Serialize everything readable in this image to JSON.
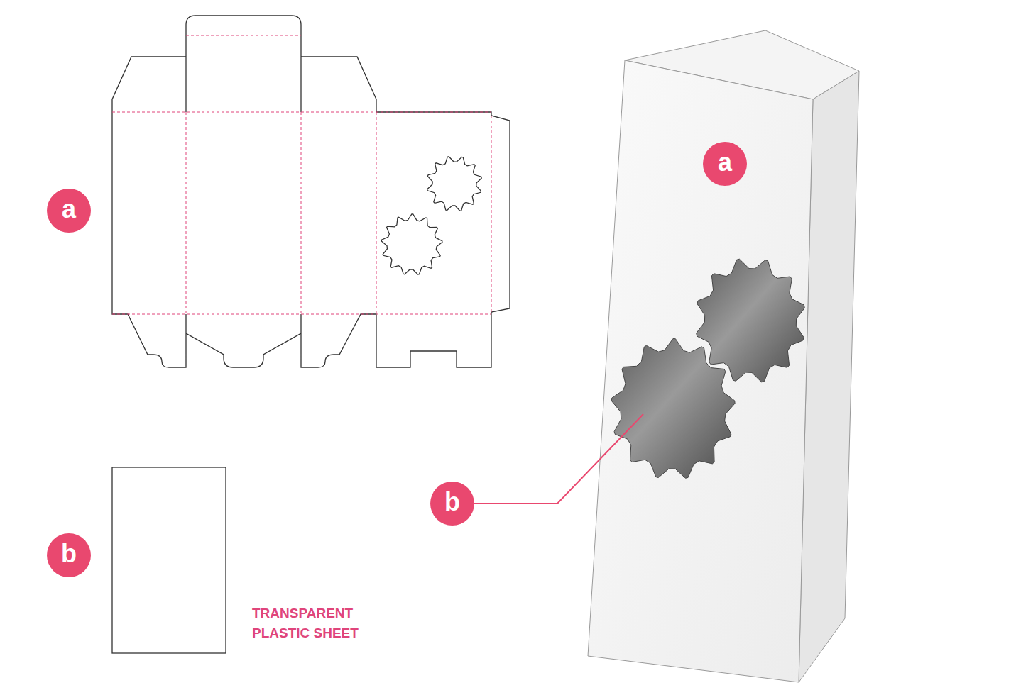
{
  "diagram": {
    "nodes": [
      {
        "text": [
          "a"
        ]
      },
      {
        "text": [
          "b"
        ]
      },
      {
        "text": [
          "a"
        ]
      },
      {
        "text": [
          "b"
        ]
      }
    ],
    "labels": [
      "TRANSPARENT PLASTIC SHEET"
    ]
  }
}
